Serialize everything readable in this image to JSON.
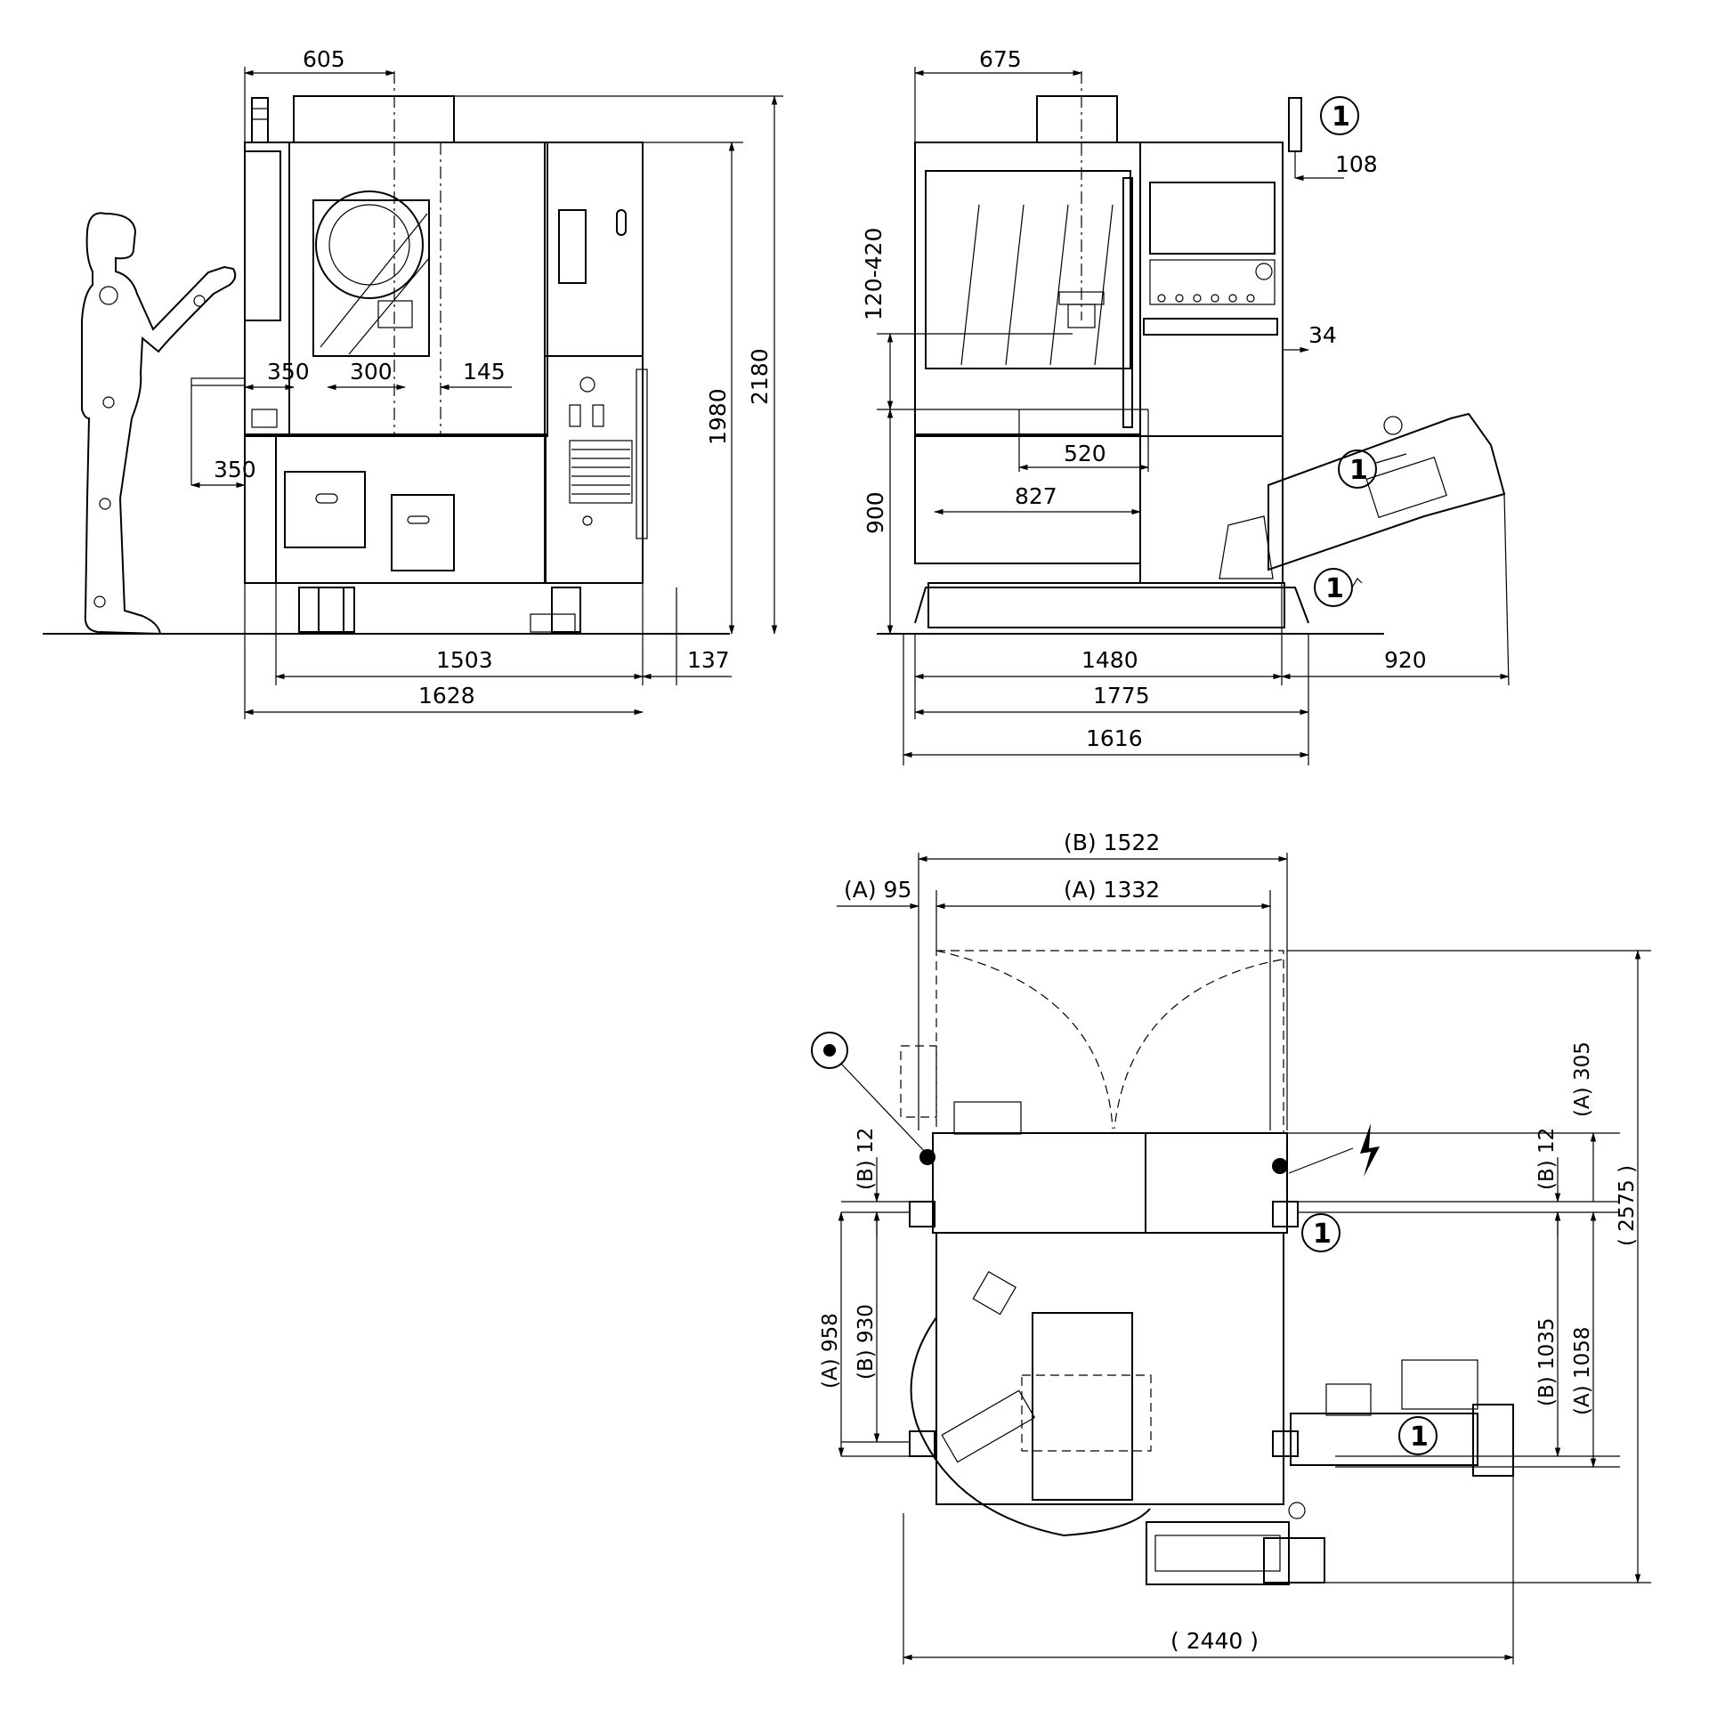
{
  "colors": {
    "line": "#000000",
    "background": "#ffffff"
  },
  "front_view": {
    "dims": {
      "top_605": "605",
      "d350_a": "350",
      "d300": "300",
      "d145": "145",
      "d350_b": "350",
      "d1503": "1503",
      "d137": "137",
      "d1628": "1628",
      "d1980": "1980",
      "d2180": "2180"
    }
  },
  "side_view": {
    "dims": {
      "top_675": "675",
      "d108": "108",
      "d120_420": "120-420",
      "d34": "34",
      "d520": "520",
      "d827": "827",
      "d900": "900",
      "d1480": "1480",
      "d920": "920",
      "d1775": "1775",
      "d1616": "1616"
    },
    "markers": [
      "1",
      "1",
      "1"
    ]
  },
  "plan_view": {
    "dims": {
      "b1522": "(B) 1522",
      "a95": "(A) 95",
      "a1332": "(A) 1332",
      "a305": "(A) 305",
      "b12_left": "(B) 12",
      "b12_right": "(B) 12",
      "a958": "(A) 958",
      "b930": "(B) 930",
      "b1035": "(B) 1035",
      "a1058": "(A) 1058",
      "t2575": "( 2575 )",
      "t2440": "( 2440 )"
    },
    "markers": [
      "1",
      "1"
    ]
  }
}
